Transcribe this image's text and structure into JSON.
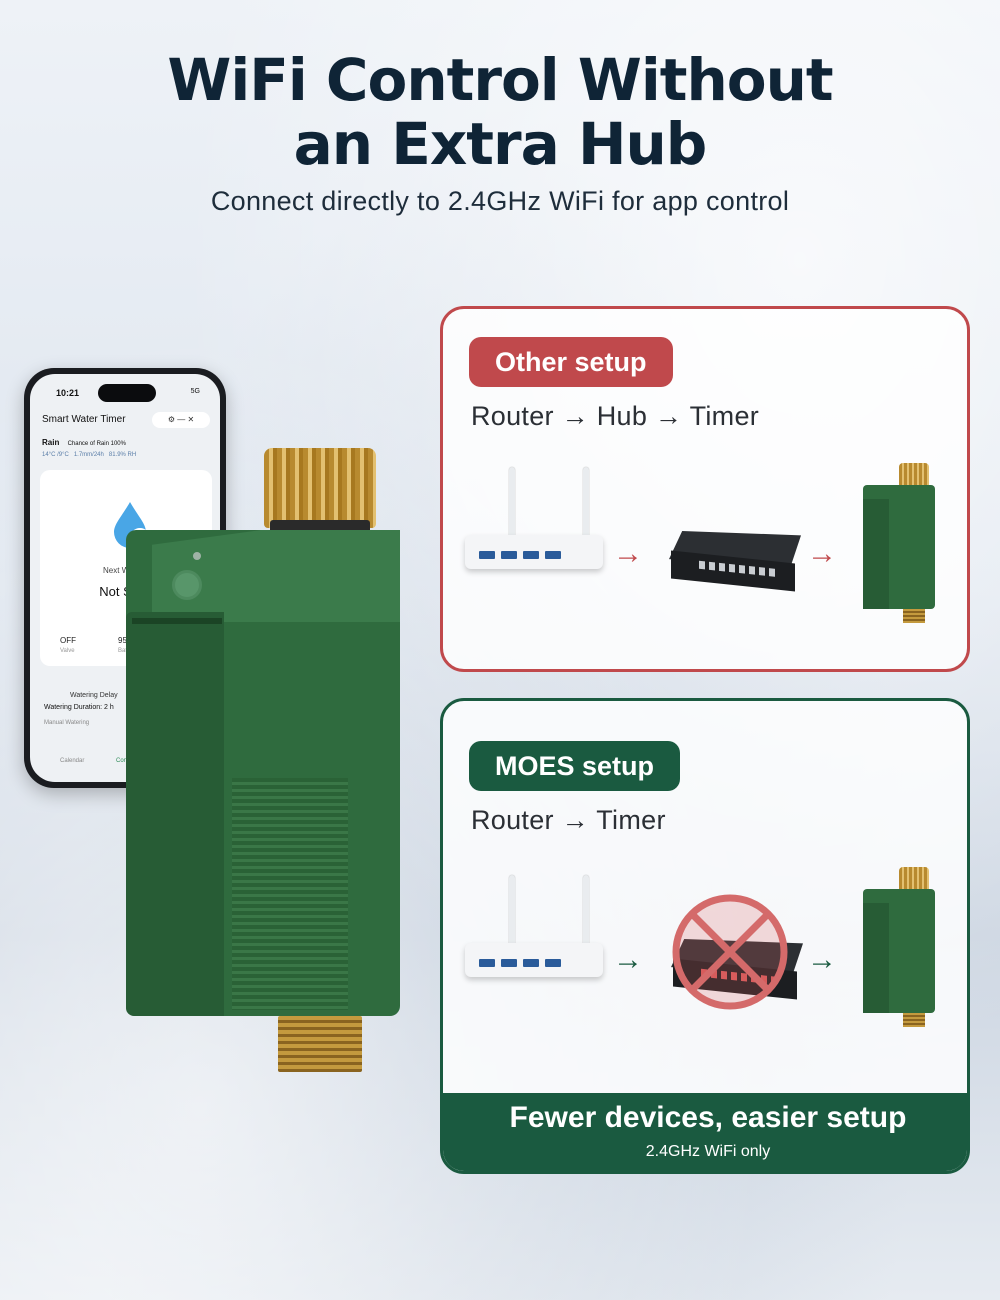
{
  "headline": [
    "WiFi Control Without",
    "an Extra Hub"
  ],
  "subtitle": "Connect directly to 2.4GHz WiFi for app control",
  "phone": {
    "time": "10:21",
    "status": "5G",
    "app_title": "Smart Water Timer",
    "rain_label": "Rain",
    "rain_chance": "Chance of Rain 100%",
    "stats": [
      "14°C /9°C",
      "1.7mm/24h",
      "81.9% RH"
    ],
    "next_label": "Next Waterin",
    "schedule_value": "Not Sche",
    "valve_value": "OFF",
    "valve_label": "Valve",
    "battery_value": "95",
    "battery_label": "Batt",
    "delay_label": "Watering Delay",
    "duration_label": "Watering Duration: 2 h",
    "manual_label": "Manual Watering",
    "nav": [
      "Calendar",
      "Cont"
    ]
  },
  "other_setup": {
    "badge": "Other setup",
    "flow": "Router → Hub → Timer",
    "arrow": "→"
  },
  "moes_setup": {
    "badge": "MOES setup",
    "flow": "Router → Timer",
    "arrow": "→"
  },
  "banner": {
    "headline": "Fewer devices, easier setup",
    "note": "2.4GHz WiFi only"
  },
  "colors": {
    "red_accent": "#c0494c",
    "green_accent": "#1a5a40",
    "device_green": "#2f6b3e",
    "brass": "#c49a3e"
  }
}
